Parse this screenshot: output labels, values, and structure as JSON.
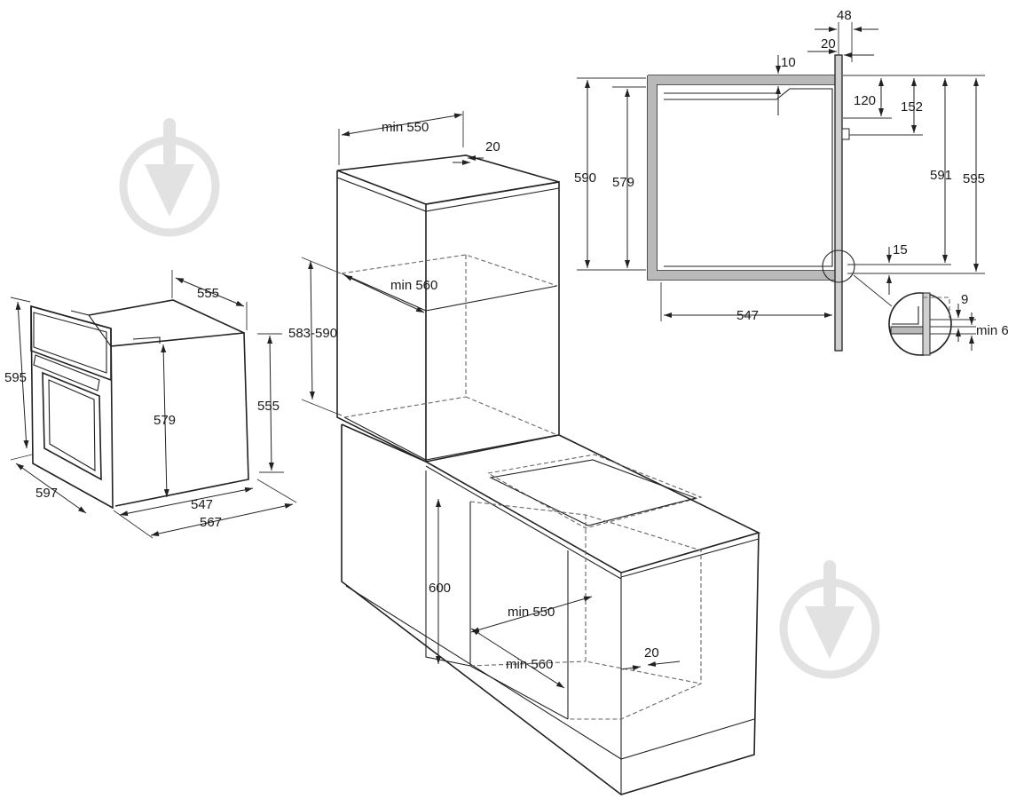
{
  "dimensions": {
    "oven_depth_top": "555",
    "oven_height": "595",
    "oven_inner_height": "579",
    "oven_side_height": "555",
    "oven_width": "597",
    "oven_depth_547": "547",
    "oven_depth_567": "567",
    "cab_min_depth_top": "min 550",
    "cab_gap_top": "20",
    "cab_min_width": "min 560",
    "cab_niche_height": "583-590",
    "base_min_depth": "min 550",
    "base_min_width": "min 560",
    "base_height": "600",
    "base_gap": "20",
    "sec_48": "48",
    "sec_20": "20",
    "sec_10": "10",
    "sec_120": "120",
    "sec_152": "152",
    "sec_590": "590",
    "sec_579": "579",
    "sec_591": "591",
    "sec_595": "595",
    "sec_15": "15",
    "sec_547": "547",
    "detail_9": "9",
    "detail_min6": "min 6"
  },
  "watermark_icon": "shield-arrow-icon"
}
